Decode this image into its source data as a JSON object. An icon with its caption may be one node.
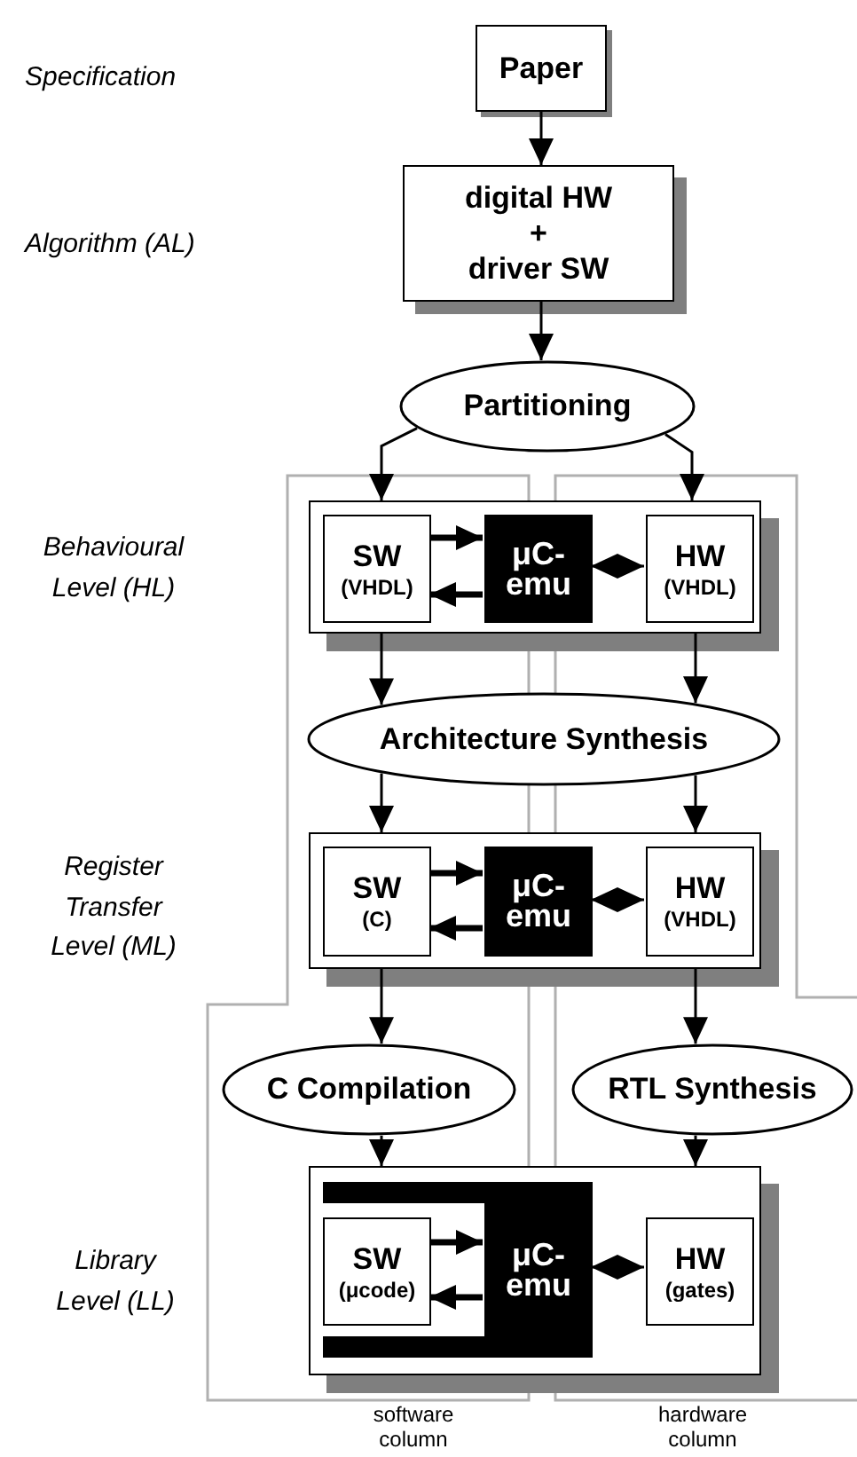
{
  "diagram": {
    "nodes": [
      {
        "text": [
          "Paper"
        ]
      },
      {
        "text": [
          "digital HW",
          "+",
          "driver SW"
        ]
      },
      {
        "text": [
          "Partitioning"
        ]
      },
      {
        "text": [],
        "shape": "box"
      },
      {
        "text": [
          "SW",
          "(VHDL)"
        ],
        "in": 3
      },
      {
        "text": [
          "μC- emu"
        ],
        "in": 3
      },
      {
        "text": [
          "HW",
          "(VHDL)"
        ],
        "in": 3
      },
      {
        "text": [
          "Architecture Synthesis"
        ]
      },
      {
        "text": [],
        "shape": "box"
      },
      {
        "text": [
          "SW",
          "(C)"
        ],
        "in": 8
      },
      {
        "text": [
          "μC- emu"
        ],
        "in": 8
      },
      {
        "text": [
          "HW",
          "(VHDL)"
        ],
        "in": 8
      },
      {
        "text": [
          "C Compilation"
        ]
      },
      {
        "text": [
          "RTL Synthesis"
        ]
      },
      {
        "text": [],
        "shape": "box"
      },
      {
        "text": [
          "SW",
          "(μcode)"
        ],
        "in": 14
      },
      {
        "text": [
          "μC- emu"
        ],
        "in": 14
      },
      {
        "text": [
          "HW",
          "(gates)"
        ],
        "in": 14
      }
    ],
    "edges": [
      {
        "from": 0,
        "to": 1,
        "arrow": "to"
      },
      {
        "from": 1,
        "to": 2,
        "arrow": "to"
      },
      {
        "from": 2,
        "to": 3,
        "arrow": "to"
      },
      {
        "from": 2,
        "to": 3,
        "arrow": "to"
      },
      {
        "from": 3,
        "to": 7,
        "arrow": "to"
      },
      {
        "from": 3,
        "to": 7,
        "arrow": "to"
      },
      {
        "from": 7,
        "to": 8,
        "arrow": "to"
      },
      {
        "from": 7,
        "to": 8,
        "arrow": "to"
      },
      {
        "from": 8,
        "to": 12,
        "arrow": "to"
      },
      {
        "from": 8,
        "to": 13,
        "arrow": "to"
      },
      {
        "from": 12,
        "to": 14,
        "arrow": "to"
      },
      {
        "from": 13,
        "to": 14,
        "arrow": "to"
      },
      {
        "from": 4,
        "to": 5,
        "arrow": "to",
        "style": "thick"
      },
      {
        "from": 5,
        "to": 4,
        "arrow": "to",
        "style": "thick"
      },
      {
        "from": 5,
        "to": 6,
        "arrow": "both"
      },
      {
        "from": 9,
        "to": 10,
        "arrow": "to",
        "style": "thick"
      },
      {
        "from": 10,
        "to": 9,
        "arrow": "to",
        "style": "thick"
      },
      {
        "from": 10,
        "to": 11,
        "arrow": "both"
      },
      {
        "from": 15,
        "to": 16,
        "arrow": "to",
        "style": "thick"
      },
      {
        "from": 16,
        "to": 15,
        "arrow": "to",
        "style": "thick"
      },
      {
        "from": 16,
        "to": 17,
        "arrow": "both"
      }
    ],
    "labels": [
      "Specification",
      "Algorithm (AL)",
      "Behavioural Level (HL)",
      "Register Transfer Level (ML)",
      "Library Level (LL)",
      "software column",
      "hardware column"
    ]
  }
}
